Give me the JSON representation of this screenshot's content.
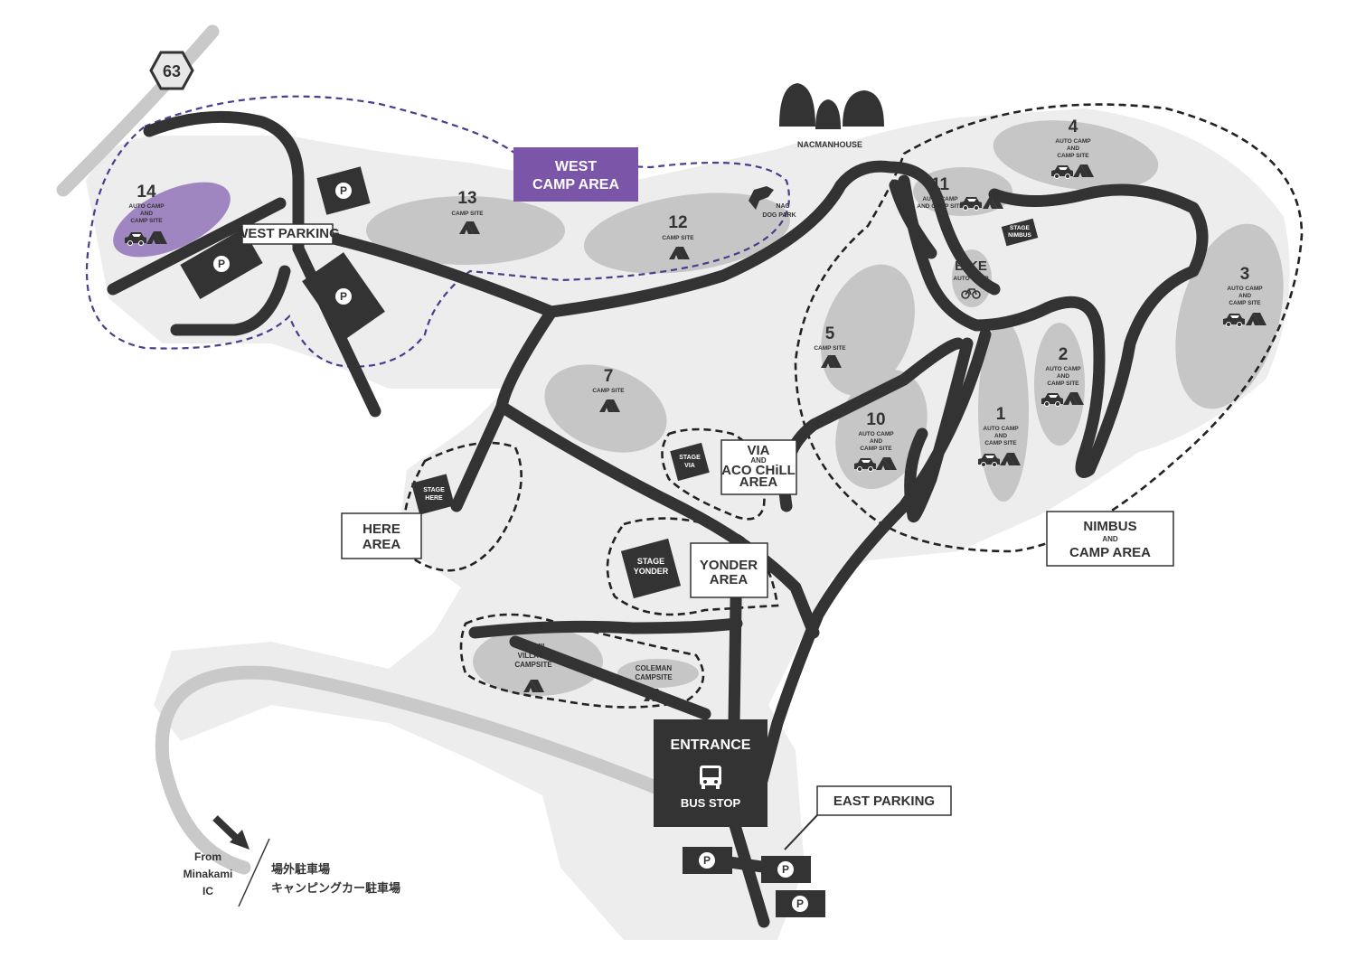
{
  "highway": {
    "number": "63"
  },
  "areas": {
    "west": [
      "WEST",
      "CAMP AREA"
    ],
    "here": [
      "HERE",
      "AREA"
    ],
    "via": [
      "VIA",
      "AND",
      "ACO CHiLL",
      "AREA"
    ],
    "yonder": [
      "YONDER",
      "AREA"
    ],
    "nimbus": [
      "NIMBUS",
      "AND",
      "CAMP AREA"
    ]
  },
  "sites": [
    {
      "id": "14",
      "lines": [
        "AUTO CAMP",
        "AND",
        "CAMP SITE"
      ],
      "icons": [
        "car",
        "tent"
      ]
    },
    {
      "id": "13",
      "lines": [
        "CAMP SITE"
      ],
      "icons": [
        "tent"
      ]
    },
    {
      "id": "12",
      "lines": [
        "CAMP SITE"
      ],
      "icons": [
        "tent"
      ]
    },
    {
      "id": "11",
      "lines": [
        "AUTO CAMP",
        "AND CAMP SITE"
      ],
      "icons": [
        "car",
        "tent"
      ]
    },
    {
      "id": "4",
      "lines": [
        "AUTO CAMP",
        "AND",
        "CAMP SITE"
      ],
      "icons": [
        "car",
        "tent"
      ]
    },
    {
      "id": "3",
      "lines": [
        "AUTO CAMP",
        "AND",
        "CAMP SITE"
      ],
      "icons": [
        "car",
        "tent"
      ]
    },
    {
      "id": "2",
      "lines": [
        "AUTO CAMP",
        "AND",
        "CAMP SITE"
      ],
      "icons": [
        "car",
        "tent"
      ]
    },
    {
      "id": "1",
      "lines": [
        "AUTO CAMP",
        "AND",
        "CAMP SITE"
      ],
      "icons": [
        "car",
        "tent"
      ]
    },
    {
      "id": "10",
      "lines": [
        "AUTO CAMP",
        "AND",
        "CAMP SITE"
      ],
      "icons": [
        "car",
        "tent"
      ]
    },
    {
      "id": "5",
      "lines": [
        "CAMP SITE"
      ],
      "icons": [
        "tent"
      ]
    },
    {
      "id": "7",
      "lines": [
        "CAMP SITE"
      ],
      "icons": [
        "tent"
      ]
    },
    {
      "id": "BIKE",
      "lines": [
        "AUTO CAMP"
      ],
      "icons": [
        "bike"
      ]
    },
    {
      "id": "PERMIL",
      "lines": [
        "PERMIL",
        "VILLAGE",
        "CAMPSITE"
      ],
      "icons": [
        "tent"
      ]
    },
    {
      "id": "COLEMAN",
      "lines": [
        "COLEMAN",
        "CAMPSITE"
      ],
      "icons": [
        "tent"
      ]
    }
  ],
  "stages": {
    "here": [
      "STAGE",
      "HERE"
    ],
    "via": [
      "STAGE",
      "VIA"
    ],
    "yonder": [
      "STAGE",
      "YONDER"
    ],
    "nimbus": [
      "STAGE",
      "NIMBUS"
    ]
  },
  "landmarks": {
    "nacmanhouse": "NACMANHOUSE",
    "dogpark": [
      "NAC",
      "DOG PARK"
    ],
    "west_parking": "WEST PARKING",
    "east_parking": "EAST PARKING",
    "entrance": "ENTRANCE",
    "bus_stop": "BUS STOP",
    "parking_symbol": "P"
  },
  "directions": {
    "from": [
      "From",
      "Minakami",
      "IC"
    ],
    "jp": [
      "場外駐車場",
      "キャンピングカー駐車場"
    ]
  },
  "colors": {
    "road": "#333333",
    "west_area": "#7b55a8",
    "site_14": "#9f86c0",
    "camp_fill": "#c6c6c6",
    "ground": "#ededed",
    "highway": "#c9c9c9"
  }
}
